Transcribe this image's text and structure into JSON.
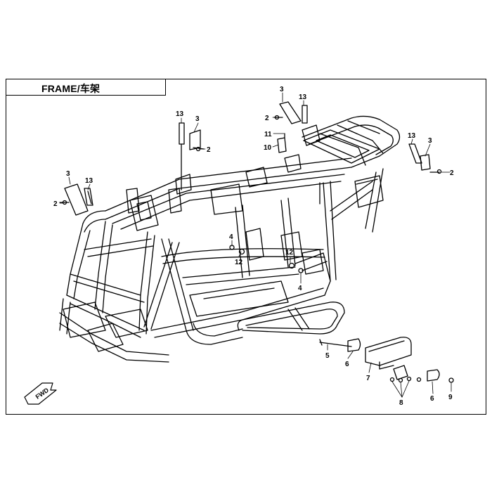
{
  "title": "FRAME/车架",
  "fwd_label": "FWD",
  "callouts": [
    {
      "id": "c3a",
      "label": "3"
    },
    {
      "id": "c13a",
      "label": "13"
    },
    {
      "id": "c2a",
      "label": "2"
    },
    {
      "id": "c13b",
      "label": "13"
    },
    {
      "id": "c3b",
      "label": "3"
    },
    {
      "id": "c2b",
      "label": "2"
    },
    {
      "id": "c3c",
      "label": "3"
    },
    {
      "id": "c13c",
      "label": "13"
    },
    {
      "id": "c2c",
      "label": "2"
    },
    {
      "id": "c11",
      "label": "11"
    },
    {
      "id": "c10",
      "label": "10"
    },
    {
      "id": "c13d",
      "label": "13"
    },
    {
      "id": "c3d",
      "label": "3"
    },
    {
      "id": "c2d",
      "label": "2"
    },
    {
      "id": "c4a",
      "label": "4"
    },
    {
      "id": "c12a",
      "label": "12"
    },
    {
      "id": "c12b",
      "label": "12"
    },
    {
      "id": "c4b",
      "label": "4"
    },
    {
      "id": "c5",
      "label": "5"
    },
    {
      "id": "c6a",
      "label": "6"
    },
    {
      "id": "c7",
      "label": "7"
    },
    {
      "id": "c8",
      "label": "8"
    },
    {
      "id": "c6b",
      "label": "6"
    },
    {
      "id": "c9",
      "label": "9"
    }
  ]
}
